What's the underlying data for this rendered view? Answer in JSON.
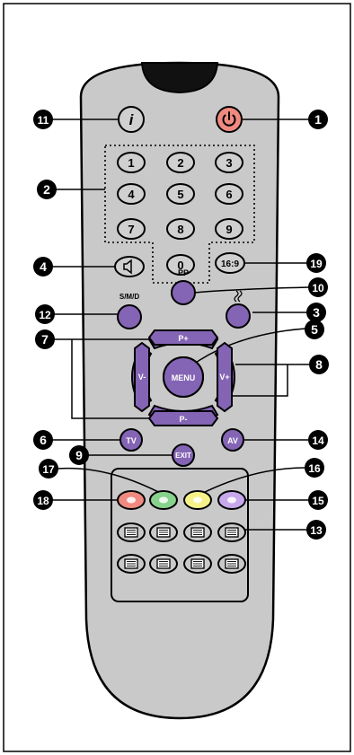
{
  "remote": {
    "body_color": "#c9c9c9",
    "ir_color": "#111111",
    "purple": "#8464b4",
    "grey_btn": "#c9c9c9"
  },
  "buttons": {
    "info": "i",
    "power_icon": "power-icon",
    "digits": [
      "1",
      "2",
      "3",
      "4",
      "5",
      "6",
      "7",
      "8",
      "9",
      "0"
    ],
    "mute_icon": "speaker-icon",
    "aspect": "16:9",
    "pp": "PP",
    "smd": "S/M/D",
    "p_plus": "P+",
    "p_minus": "P-",
    "v_minus": "V-",
    "v_plus": "V+",
    "menu": "MENU",
    "tv": "TV",
    "av": "AV",
    "exit": "EXIT",
    "color_keys": [
      {
        "name": "red",
        "color": "#f08a80"
      },
      {
        "name": "green",
        "color": "#88d28c"
      },
      {
        "name": "yellow",
        "color": "#f6f28a"
      },
      {
        "name": "blue",
        "color": "#c8a8ec"
      }
    ],
    "teletext_icons": [
      "teletext-icon",
      "teletext-mix-icon",
      "teletext-hold-icon",
      "teletext-index-icon",
      "teletext-size-icon",
      "teletext-subpage-icon",
      "teletext-cancel-icon",
      "teletext-reveal-icon"
    ]
  },
  "callouts": {
    "c1": "1",
    "c2": "2",
    "c3": "3",
    "c4": "4",
    "c5": "5",
    "c6": "6",
    "c7": "7",
    "c8": "8",
    "c9": "9",
    "c10": "10",
    "c11": "11",
    "c12": "12",
    "c13": "13",
    "c14": "14",
    "c15": "15",
    "c16": "16",
    "c17": "17",
    "c18": "18",
    "c19": "19"
  }
}
